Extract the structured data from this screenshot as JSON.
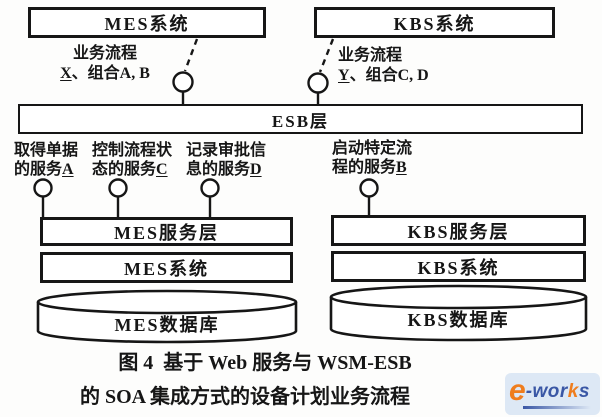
{
  "diagram": {
    "mes_top": "MES系统",
    "kbs_top": "KBS系统",
    "esb": "ESB层",
    "flow_left": {
      "line1": "业务流程",
      "letter": "X",
      "rest": "、组合A, B"
    },
    "flow_right": {
      "line1": "业务流程",
      "letter": "Y",
      "rest": "、组合C, D"
    },
    "services": [
      {
        "line1": "取得单据",
        "prefix": "的服务",
        "letter": "A"
      },
      {
        "line1": "控制流程状",
        "prefix": "态的服务",
        "letter": "C"
      },
      {
        "line1": "记录审批信",
        "prefix": "息的服务",
        "letter": "D"
      },
      {
        "line1": "启动特定流",
        "prefix": "程的服务",
        "letter": "B"
      }
    ],
    "mes_stack": {
      "service": "MES服务层",
      "system": "MES系统",
      "db": "MES数据库"
    },
    "kbs_stack": {
      "service": "KBS服务层",
      "system": "KBS系统",
      "db": "KBS数据库"
    }
  },
  "caption": {
    "line1": "图 4  基于 Web 服务与 WSM-ESB",
    "line2": "的 SOA 集成方式的设备计划业务流程"
  },
  "logo": {
    "e": "e",
    "wor": "-wor",
    "k": "k",
    "s": "s",
    "orange": "#ef7d1d",
    "blue": "#3a57a5",
    "bg": "#dde8f5"
  },
  "colors": {
    "ink": "#161616",
    "paper": "#ffffff"
  }
}
